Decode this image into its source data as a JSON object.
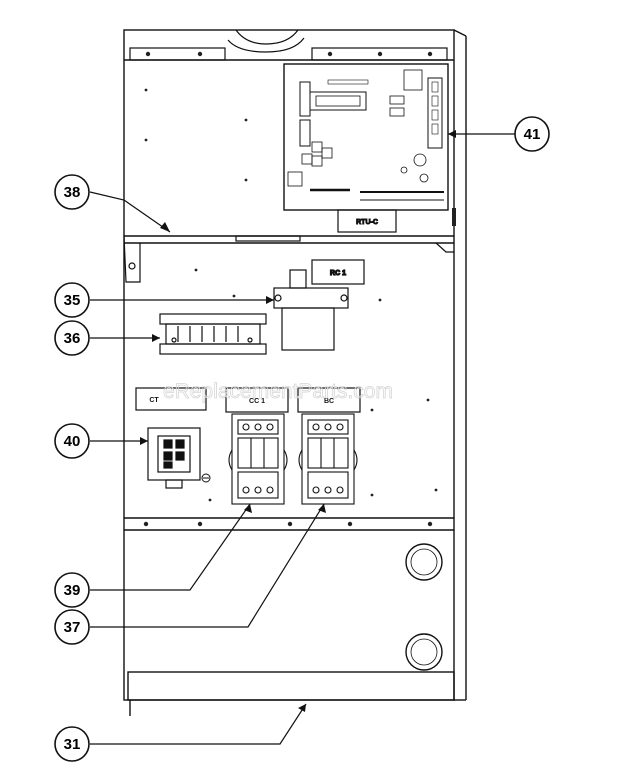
{
  "watermark": "eReplacementParts.com",
  "component_labels": {
    "rtu_board": "RTU-C",
    "rc_relay": "RC  1",
    "ct_block": "CT",
    "cc_contactor": "CC  1",
    "bc_contactor": "BC"
  },
  "callouts": [
    {
      "id": "31",
      "label": "31"
    },
    {
      "id": "35",
      "label": "35"
    },
    {
      "id": "36",
      "label": "36"
    },
    {
      "id": "37",
      "label": "37"
    },
    {
      "id": "38",
      "label": "38"
    },
    {
      "id": "39",
      "label": "39"
    },
    {
      "id": "40",
      "label": "40"
    },
    {
      "id": "41",
      "label": "41"
    }
  ]
}
